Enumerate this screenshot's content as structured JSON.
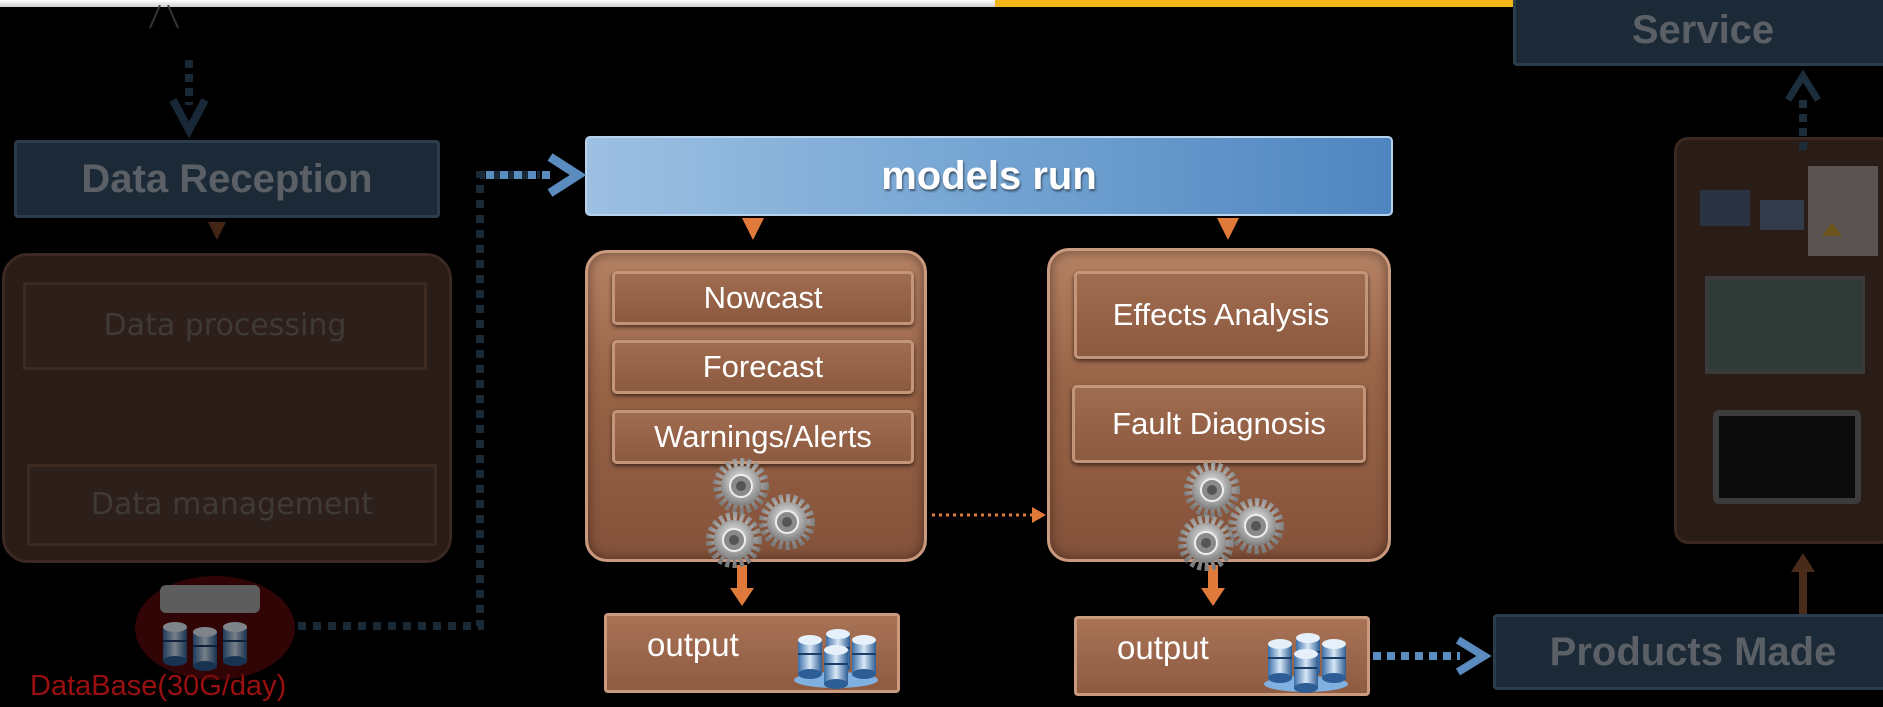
{
  "left": {
    "reception_title": "Data Reception",
    "processing_label": "Data processing",
    "management_label": "Data  management",
    "database_label": "DataBase(30G/day)"
  },
  "center": {
    "models_title": "models run",
    "panel_left": {
      "items": [
        "Nowcast",
        "Forecast",
        "Warnings/Alerts"
      ]
    },
    "panel_right": {
      "items": [
        "Effects Analysis",
        "Fault Diagnosis"
      ]
    },
    "output_left": "output",
    "output_right": "output"
  },
  "right": {
    "service_title": "Service",
    "products_title": "Products Made"
  },
  "colors": {
    "models_blue": "#78a7d4",
    "panel_brown": "#9a6548",
    "arrow_orange": "#e07a3a",
    "dotted_blue": "#5b8cbf",
    "top_bar_yellow": "#f2b51a"
  },
  "icons": [
    "gear-icon",
    "database-icon",
    "computer-icon"
  ]
}
